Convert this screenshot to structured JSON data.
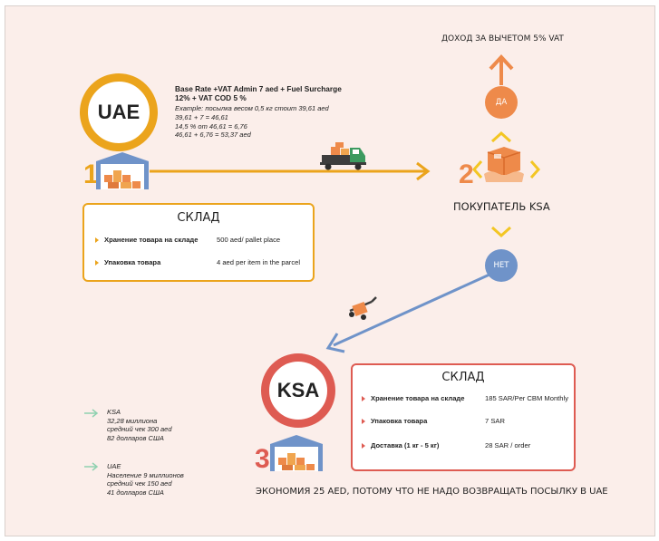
{
  "uae": {
    "label": "UAE",
    "number": "1",
    "rate_formula": "Base Rate +VAT Admin 7 aed + Fuel Surcharge 12% + VAT COD 5 %",
    "example_lines": [
      "Example: посылка весом 0,5 кг стоит 39,61 aed",
      "39,61 + 7 = 46,61",
      "14,5 % от 46,61 = 6,76",
      "46,61 + 6,76 = 53,37 aed"
    ],
    "warehouse": {
      "title": "СКЛАД",
      "rows": [
        {
          "label": "Хранение товара на складе",
          "value": "500 aed/ pallet place"
        },
        {
          "label": "Упаковка товара",
          "value": "4 aed per item in the parcel"
        }
      ]
    }
  },
  "buyer": {
    "number": "2",
    "label": "ПОКУПАТЕЛЬ KSA",
    "yes": "ДА",
    "no": "НЕТ",
    "income_label": "ДОХОД ЗА ВЫЧЕТОМ 5% VAT"
  },
  "ksa": {
    "label": "KSA",
    "number": "3",
    "warehouse": {
      "title": "СКЛАД",
      "rows": [
        {
          "label": "Хранение товара на складе",
          "value": "185 SAR/Per CBM Monthly"
        },
        {
          "label": "Упаковка товара",
          "value": "7 SAR"
        },
        {
          "label": "Доставка (1 кг - 5 кг)",
          "value": "28 SAR / order"
        }
      ]
    },
    "savings": "ЭКОНОМИЯ 25 AED, ПОТОМУ ЧТО НЕ НАДО ВОЗВРАЩАТЬ ПОСЫЛКУ В UAE"
  },
  "stats": [
    {
      "lines": [
        "KSA",
        "32,28 миллиона",
        "средний чек 300 aed",
        "82 долларов США"
      ]
    },
    {
      "lines": [
        "UAE",
        "Население 9 миллионов",
        "средний чек 150 aed",
        "41 долларов США"
      ]
    }
  ],
  "colors": {
    "orange": "#eba41c",
    "red": "#de5b52",
    "blue": "#6f93c9",
    "accent_orange": "#ee8a4a",
    "green_arrow": "#8fd1b0",
    "background": "#fbeeea"
  },
  "icons": [
    "warehouse-icon",
    "truck-icon",
    "hand-truck-icon",
    "buyer-box-hands-icon",
    "arrow-up-icon",
    "chevron-up-icon",
    "chevron-down-icon"
  ]
}
